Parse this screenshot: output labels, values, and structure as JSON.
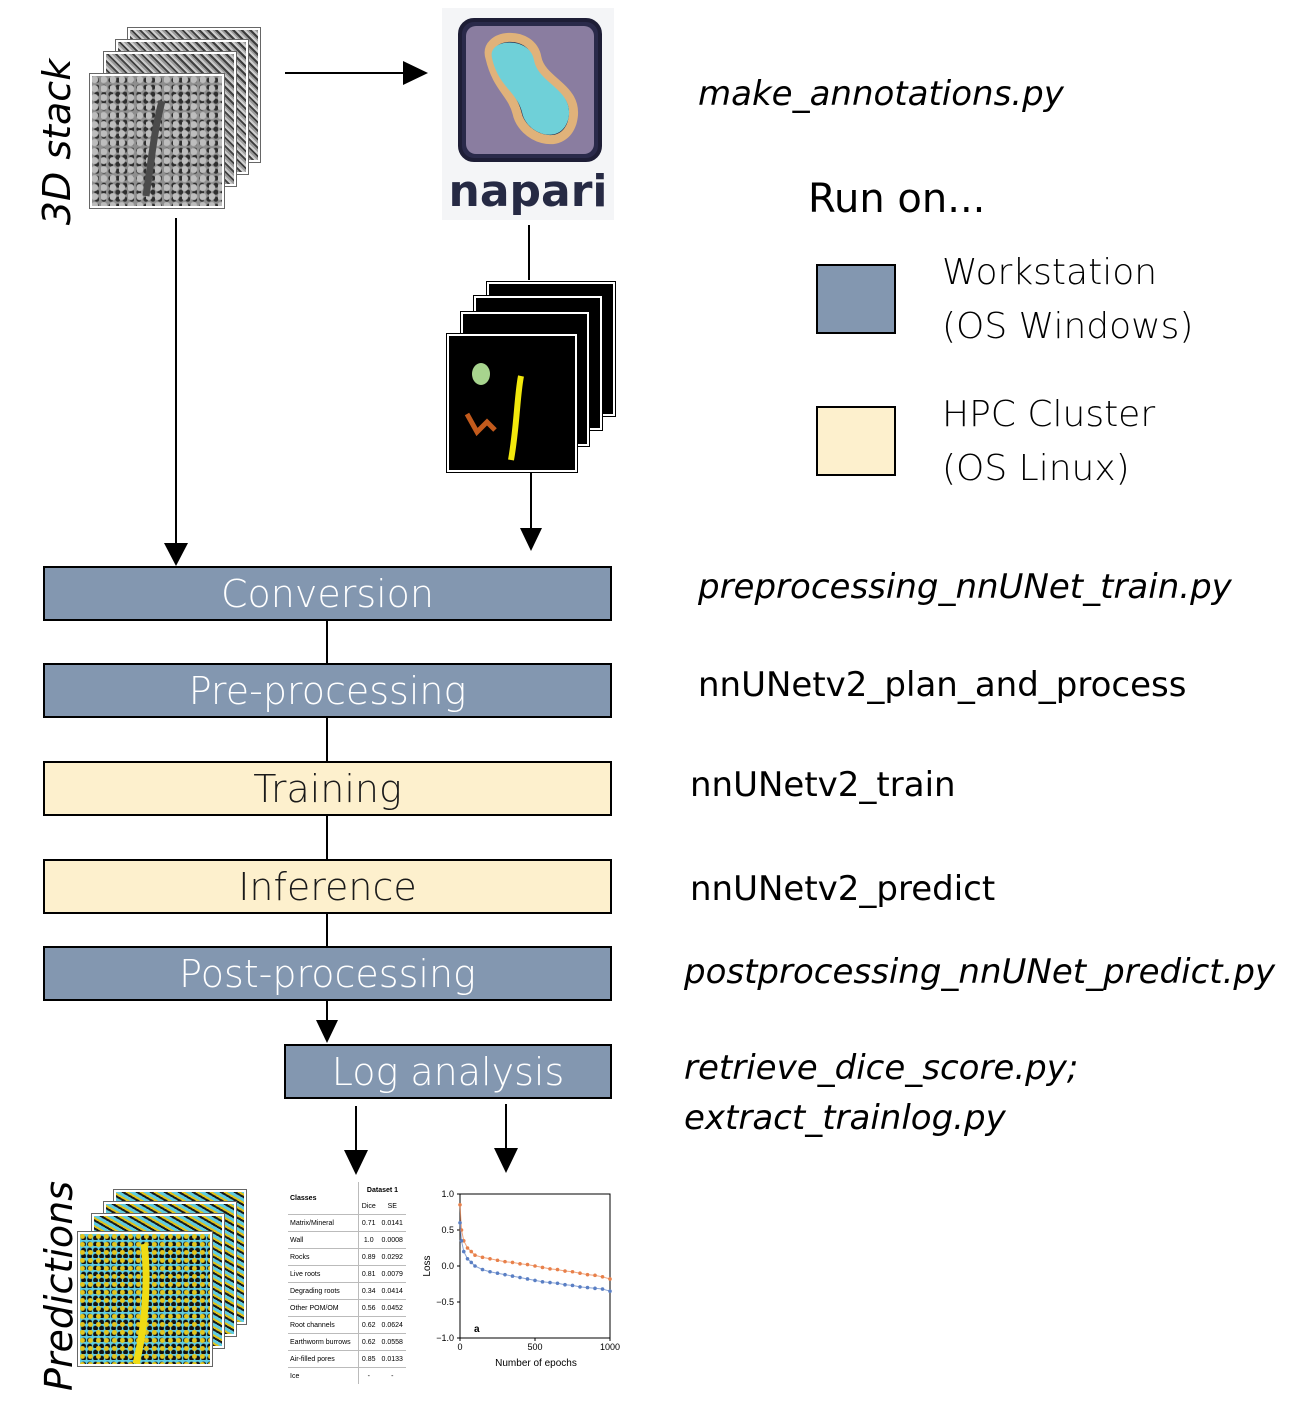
{
  "stack_label": "3D stack",
  "predictions_label": "Predictions",
  "napari": {
    "name": "napari"
  },
  "scripts": {
    "make_annotations": "make_annotations.py",
    "preprocessing": "preprocessing_nnUNet_train.py",
    "postprocessing": "postprocessing_nnUNet_predict.py",
    "log_line1": "retrieve_dice_score.py;",
    "log_line2": "extract_trainlog.py"
  },
  "commands": {
    "plan": "nnUNetv2_plan_and_process",
    "train": "nnUNetv2_train",
    "predict": "nnUNetv2_predict"
  },
  "steps": {
    "conversion": "Conversion",
    "preprocessing": "Pre-processing",
    "training": "Training",
    "inference": "Inference",
    "postprocessing": "Post-processing",
    "log_analysis": "Log analysis"
  },
  "legend": {
    "title": "Run on...",
    "workstation_line1": "Workstation",
    "workstation_line2": "(OS Windows)",
    "hpc_line1": "HPC Cluster",
    "hpc_line2": "(OS Linux)"
  },
  "colors": {
    "workstation": "#8397b0",
    "hpc": "#fdf0cd"
  },
  "results_table": {
    "dataset_header": "Dataset 1",
    "classes_header": "Classes",
    "dice_header": "Dice",
    "se_header": "SE",
    "rows": [
      {
        "cls": "Matrix/Mineral",
        "dice": "0.71",
        "se": "0.0141"
      },
      {
        "cls": "Wall",
        "dice": "1.0",
        "se": "0.0008"
      },
      {
        "cls": "Rocks",
        "dice": "0.89",
        "se": "0.0292"
      },
      {
        "cls": "Live roots",
        "dice": "0.81",
        "se": "0.0079"
      },
      {
        "cls": "Degrading roots",
        "dice": "0.34",
        "se": "0.0414"
      },
      {
        "cls": "Other POM/OM",
        "dice": "0.56",
        "se": "0.0452"
      },
      {
        "cls": "Root channels",
        "dice": "0.62",
        "se": "0.0624"
      },
      {
        "cls": "Earthworm burrows",
        "dice": "0.62",
        "se": "0.0558"
      },
      {
        "cls": "Air-filled pores",
        "dice": "0.85",
        "se": "0.0133"
      },
      {
        "cls": "Ice",
        "dice": "-",
        "se": "-"
      }
    ]
  },
  "chart_data": {
    "type": "scatter",
    "xlabel": "Number of epochs",
    "ylabel": "Loss",
    "panel_label": "a",
    "xlim": [
      0,
      1000
    ],
    "ylim": [
      -1.0,
      1.0
    ],
    "xticks": [
      "0",
      "500",
      "1000"
    ],
    "yticks": [
      "1.0",
      "0.5",
      "0.0",
      "−0.5",
      "−1.0"
    ],
    "series": [
      {
        "color": "#e8804a",
        "x": [
          0,
          10,
          25,
          50,
          75,
          100,
          150,
          200,
          250,
          300,
          350,
          400,
          450,
          500,
          550,
          600,
          650,
          700,
          750,
          800,
          850,
          900,
          950,
          1000
        ],
        "values": [
          0.85,
          0.5,
          0.35,
          0.25,
          0.2,
          0.15,
          0.12,
          0.1,
          0.08,
          0.06,
          0.05,
          0.03,
          0.02,
          0.0,
          -0.02,
          -0.04,
          -0.05,
          -0.07,
          -0.08,
          -0.1,
          -0.12,
          -0.13,
          -0.15,
          -0.18
        ]
      },
      {
        "color": "#5a7fc4",
        "x": [
          0,
          10,
          25,
          50,
          75,
          100,
          150,
          200,
          250,
          300,
          350,
          400,
          450,
          500,
          550,
          600,
          650,
          700,
          750,
          800,
          850,
          900,
          950,
          1000
        ],
        "values": [
          0.6,
          0.35,
          0.2,
          0.1,
          0.05,
          0.0,
          -0.05,
          -0.08,
          -0.1,
          -0.12,
          -0.14,
          -0.16,
          -0.18,
          -0.2,
          -0.22,
          -0.23,
          -0.24,
          -0.26,
          -0.27,
          -0.29,
          -0.3,
          -0.31,
          -0.32,
          -0.35
        ]
      }
    ]
  }
}
